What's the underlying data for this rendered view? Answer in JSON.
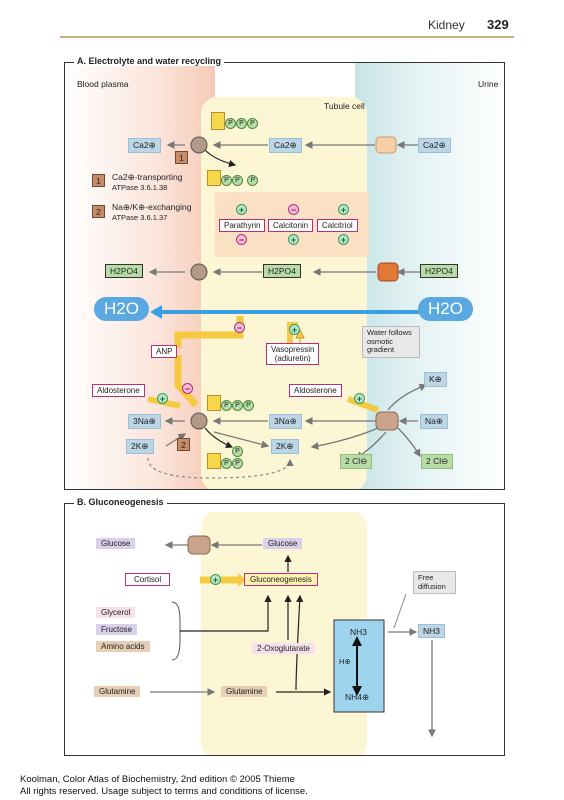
{
  "header": {
    "title": "Kidney",
    "page": "329"
  },
  "panel_a": {
    "title": "A. Electrolyte and water recycling",
    "blood_plasma": "Blood plasma",
    "urine": "Urine",
    "tubule_cell": "Tubule cell",
    "ca_left": "Ca2⊕",
    "ca_mid": "Ca2⊕",
    "ca_right": "Ca2⊕",
    "legend1_num": "1",
    "legend1_line1": "Ca2⊕-transporting",
    "legend1_line2": "ATPase 3.6.1.38",
    "legend2_num": "2",
    "legend2_line1": "Na⊕/K⊕-exchanging",
    "legend2_line2": "ATPase 3.6.1.37",
    "marker1": "1",
    "hormones": [
      "Parathyrin",
      "Calcitonin",
      "Calcitriol"
    ],
    "phosphate_left": "H2PO4",
    "phosphate_mid": "H2PO4",
    "phosphate_right": "H2PO4",
    "h2o_left": "H2O",
    "h2o_right": "H2O",
    "water_note": "Water follows osmotic gradient",
    "anp": "ANP",
    "vasopressin_line1": "Vasopressin",
    "vasopressin_line2": "(adiuretin)",
    "aldosterone_left": "Aldosterone",
    "aldosterone_right": "Aldosterone",
    "na_left": "3Na⊕",
    "na_mid": "3Na⊕",
    "na_right": "Na⊕",
    "k_left": "2K⊕",
    "k_mid": "2K⊕",
    "k_right": "K⊕",
    "cl_mid": "2 Cl⊖",
    "cl_right": "2 Cl⊖",
    "marker2": "2",
    "p_label": "P",
    "colors": {
      "plasma": "#f7c9b8",
      "urine": "#cfe8ea",
      "cell": "#fdf6d8",
      "h2o": "#5aa8e0",
      "hormone_pink": "#b4307a"
    }
  },
  "panel_b": {
    "title": "B. Gluconeogenesis",
    "glucose_left": "Glucose",
    "glucose_mid": "Glucose",
    "cortisol": "Cortisol",
    "gluconeogenesis": "Gluconeogenesis",
    "free_diffusion_line1": "Free",
    "free_diffusion_line2": "diffusion",
    "glycerol": "Glycerol",
    "fructose": "Fructose",
    "amino_acids": "Amino acids",
    "oxoglutarate": "2-Oxoglutarate",
    "nh3_cell": "NH3",
    "h_plus": "H⊕",
    "nh4": "NH4⊕",
    "nh3_urine": "NH3",
    "glutamine_left": "Glutamine",
    "glutamine_mid": "Glutamine"
  },
  "footer": {
    "line1": "Koolman, Color Atlas of Biochemistry, 2nd edition © 2005 Thieme",
    "line2": "All rights reserved. Usage subject to terms and conditions of license."
  }
}
